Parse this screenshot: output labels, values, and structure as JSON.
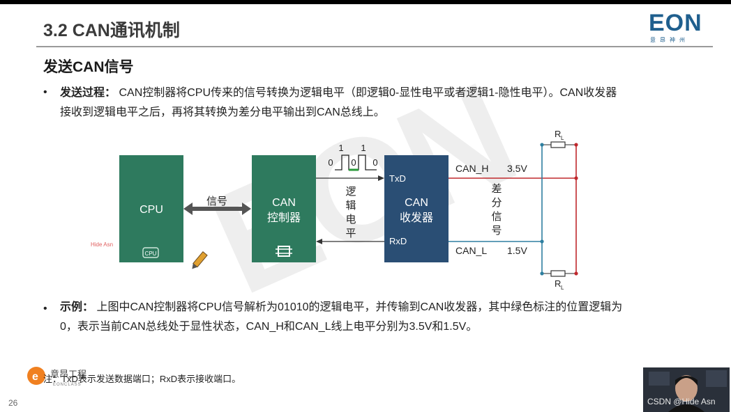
{
  "slide": {
    "title": "3.2 CAN通讯机制",
    "logo_text": "EON",
    "logo_sub": "意昂神州",
    "subtitle": "发送CAN信号",
    "bullet1": {
      "label": "发送过程：",
      "line1": "CAN控制器将CPU传来的信号转换为逻辑电平（即逻辑0-显性电平或者逻辑1-隐性电平）。CAN收发器",
      "line2": "接收到逻辑电平之后，再将其转换为差分电平输出到CAN总线上。"
    },
    "bullet2": {
      "label": "示例：",
      "line1": "上图中CAN控制器将CPU信号解析为01010的逻辑电平，并传输到CAN收发器，其中绿色标注的位置逻辑为",
      "line2": "0，表示当前CAN总线处于显性状态，CAN_H和CAN_L线上电平分别为3.5V和1.5V。"
    },
    "note": "注：TxD表示发送数据端口；RxD表示接收端口。",
    "page_number": "26",
    "brand_name": "意昂工程",
    "brand_sub": "EONCLASS",
    "overlay_small": "Hide Asn",
    "watermark": "EON"
  },
  "diagram": {
    "cpu_label": "CPU",
    "signal_label": "信号",
    "controller_line1": "CAN",
    "controller_line2": "控制器",
    "transceiver_line1": "CAN",
    "transceiver_line2": "收发器",
    "logic_vertical": [
      "逻",
      "辑",
      "电",
      "平"
    ],
    "diff_vertical": [
      "差",
      "分",
      "信",
      "号"
    ],
    "txd": "TxD",
    "rxd": "RxD",
    "can_h": "CAN_H",
    "can_l": "CAN_L",
    "v_high": "3.5V",
    "v_low": "1.5V",
    "resistor": "R",
    "resistor_sub": "L",
    "bits": [
      "0",
      "1",
      "0",
      "1",
      "0"
    ],
    "cpu_chip": "CPU",
    "colors": {
      "block": "#2e7a5e",
      "transceiver": "#2a4e74",
      "can_h": "#c0282d",
      "can_l": "#2e7fa0",
      "dominant": "#2a9a3a"
    }
  },
  "camera": {
    "label": "CSDN @Hide Asn"
  }
}
